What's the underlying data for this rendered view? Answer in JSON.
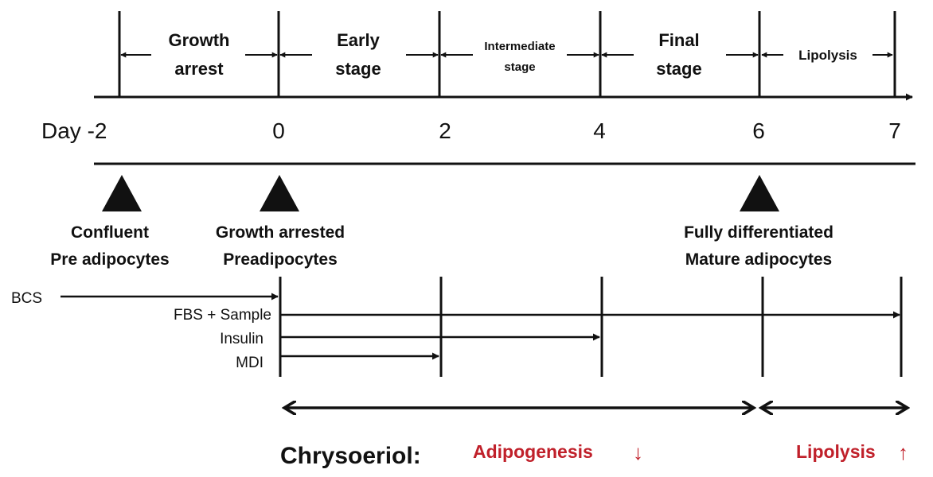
{
  "stages": {
    "growth_arrest": [
      "Growth",
      "arrest"
    ],
    "early": [
      "Early",
      "stage"
    ],
    "intermediate": [
      "Intermediate",
      "stage"
    ],
    "final": [
      "Final",
      "stage"
    ],
    "lipolysis": "Lipolysis"
  },
  "days": {
    "day_label": "Day -2",
    "d0": "0",
    "d2": "2",
    "d4": "4",
    "d6": "6",
    "d7": "7"
  },
  "events": {
    "confluent": [
      "Confluent",
      "Pre adipocytes"
    ],
    "growth_arrested": [
      "Growth arrested",
      "Preadipocytes"
    ],
    "fully_differentiated": [
      "Fully differentiated",
      "Mature adipocytes"
    ]
  },
  "treatments": {
    "bcs": "BCS",
    "fbs_sample": "FBS + Sample",
    "insulin": "Insulin",
    "mdi": "MDI"
  },
  "outcome": {
    "compound": "Chrysoeriol:",
    "adipogenesis": "Adipogenesis",
    "adipogenesis_arrow": "↓",
    "lipolysis": "Lipolysis",
    "lipolysis_arrow": "↑",
    "effect_color": "#c0202a"
  }
}
